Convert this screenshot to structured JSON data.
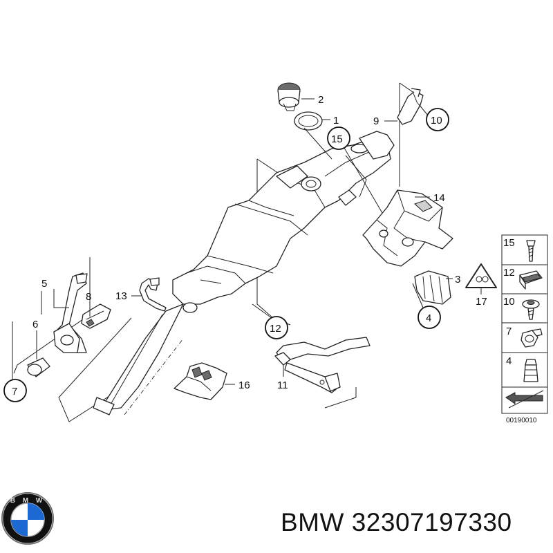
{
  "callouts": {
    "n1": "1",
    "n2": "2",
    "n3": "3",
    "n4": "4",
    "n5": "5",
    "n6": "6",
    "n7": "7",
    "n8": "8",
    "n9": "9",
    "n10": "10",
    "n11": "11",
    "n12": "12",
    "n13": "13",
    "n14": "14",
    "n15": "15",
    "n16": "16",
    "n17": "17"
  },
  "legend": {
    "items": [
      {
        "label": "15",
        "icon": "screw-icon"
      },
      {
        "label": "12",
        "icon": "clip-nut-icon"
      },
      {
        "label": "10",
        "icon": "collar-screw-icon"
      },
      {
        "label": "7",
        "icon": "cable-clip-icon"
      },
      {
        "label": "4",
        "icon": "expanding-rivet-icon"
      }
    ]
  },
  "diagram_code": "00190010",
  "footer": {
    "brand": "BMW",
    "part_number": "32307197330",
    "logo_text": "B M W"
  },
  "colors": {
    "line": "#222222",
    "background": "#ffffff",
    "logo_blue": "#1c69d4"
  }
}
